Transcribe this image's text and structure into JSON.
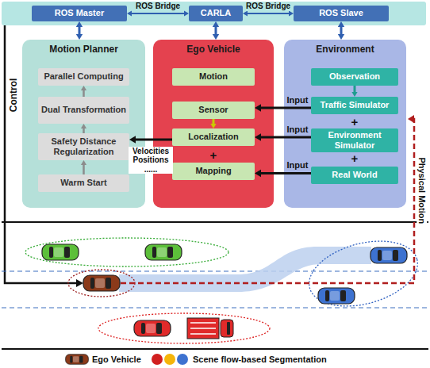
{
  "diagram": {
    "nodes": [
      {
        "text": [
          "ROS Master"
        ]
      },
      {
        "text": [
          "CARLA"
        ]
      },
      {
        "text": [
          "ROS Slave"
        ]
      },
      {
        "text": [
          "Motion Planner"
        ]
      },
      {
        "text": [
          "Parallel Computing"
        ],
        "in": 3
      },
      {
        "text": [
          "Dual Transformation"
        ],
        "in": 3
      },
      {
        "text": [
          "Safety Distance Regularization"
        ],
        "in": 3
      },
      {
        "text": [
          "Warm Start"
        ],
        "in": 3
      },
      {
        "text": [
          "Ego Vehicle"
        ]
      },
      {
        "text": [
          "Motion"
        ],
        "in": 8
      },
      {
        "text": [
          "Sensor"
        ],
        "in": 8
      },
      {
        "text": [
          "Localization"
        ],
        "in": 8
      },
      {
        "text": [
          "Mapping"
        ],
        "in": 8
      },
      {
        "text": [
          "Environment"
        ]
      },
      {
        "text": [
          "Observation"
        ],
        "in": 13
      },
      {
        "text": [
          "Traffic Simulator"
        ],
        "in": 13
      },
      {
        "text": [
          "Environment Simulator"
        ],
        "in": 13
      },
      {
        "text": [
          "Real World"
        ],
        "in": 13
      }
    ],
    "edges": [
      {
        "from": 0,
        "to": 1,
        "arrow": "both",
        "label": "ROS Bridge"
      },
      {
        "from": 1,
        "to": 2,
        "arrow": "both",
        "label": "ROS Bridge"
      },
      {
        "from": 0,
        "to": 3,
        "arrow": "both"
      },
      {
        "from": 1,
        "to": 8,
        "arrow": "both"
      },
      {
        "from": 2,
        "to": 13,
        "arrow": "both"
      },
      {
        "from": 7,
        "to": 6,
        "arrow": "to"
      },
      {
        "from": 6,
        "to": 5,
        "arrow": "to"
      },
      {
        "from": 5,
        "to": 4,
        "arrow": "to"
      },
      {
        "from": 10,
        "to": 11,
        "arrow": "to"
      },
      {
        "from": 14,
        "to": 15,
        "arrow": "to"
      },
      {
        "from": 15,
        "to": 10,
        "arrow": "to",
        "label": "Input"
      },
      {
        "from": 16,
        "to": 11,
        "arrow": "to",
        "label": "Input"
      },
      {
        "from": 17,
        "to": 12,
        "arrow": "to",
        "label": "Input"
      },
      {
        "from": 11,
        "to": 6,
        "arrow": "to",
        "label": "Velocities Positions ......"
      }
    ],
    "labels": [
      "+",
      "+",
      "+",
      "Control",
      "Physical Motion"
    ],
    "legend": [
      {
        "text": "Ego Vehicle"
      },
      {
        "text": "Scene flow-based Segmentation"
      }
    ]
  }
}
